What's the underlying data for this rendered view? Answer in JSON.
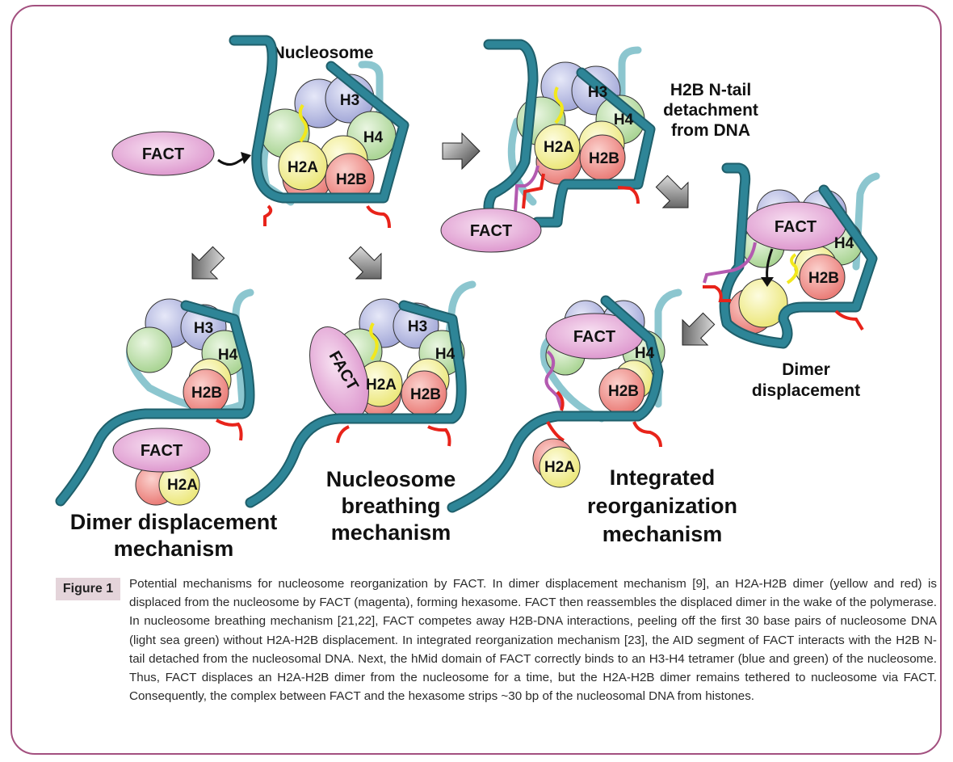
{
  "figure": {
    "tag": "Figure 1",
    "caption": "Potential mechanisms for nucleosome reorganization by FACT. In dimer displacement mechanism [9], an H2A-H2B dimer (yellow and red) is displaced from the nucleosome by FACT (magenta), forming hexasome. FACT then reassembles the displaced dimer in the wake of the polymerase. In nucleosome breathing mechanism [21,22], FACT competes away H2B-DNA interactions, peeling off the first 30 base pairs of nucleosome DNA (light sea green) without H2A-H2B displacement. In integrated reorganization mechanism [23], the AID segment of FACT interacts with the H2B N-tail detached from the nucleosomal DNA. Next, the hMid domain of FACT correctly binds to an H3-H4 tetramer (blue and green) of the nucleosome. Thus, FACT displaces an H2A-H2B dimer from the nucleosome for a time, but the H2A-H2B dimer remains tethered to nucleosome via FACT. Consequently, the complex between FACT and the hexasome strips ~30 bp of the nucleosomal DNA from histones."
  },
  "labels": {
    "nucleosome": "Nucleosome",
    "fact": "FACT",
    "h3": "H3",
    "h4": "H4",
    "h2a": "H2A",
    "h2b": "H2B",
    "ntail_line1": "H2B N-tail",
    "ntail_line2": "detachment",
    "ntail_line3": "from DNA",
    "dimer_disp_line1": "Dimer",
    "dimer_disp_line2": "displacement",
    "mech_dimer_line1": "Dimer displacement",
    "mech_dimer_line2": "mechanism",
    "mech_breathing_line1": "Nucleosome",
    "mech_breathing_line2": "breathing",
    "mech_breathing_line3": "mechanism",
    "mech_integrated_line1": "Integrated",
    "mech_integrated_line2": "reorganization",
    "mech_integrated_line3": "mechanism"
  },
  "colors": {
    "frame": "#a3507f",
    "dna": "#2e8597",
    "dna_light": "#8cc6cf",
    "fact": "#e4a6d6",
    "h3": "#b3b7e0",
    "h4": "#b9dfa5",
    "h2a": "#f3f096",
    "h2b": "#ef8c87",
    "tail_red": "#e8231a",
    "tail_yellow": "#f2e81c",
    "tail_magenta": "#b35ab0"
  }
}
